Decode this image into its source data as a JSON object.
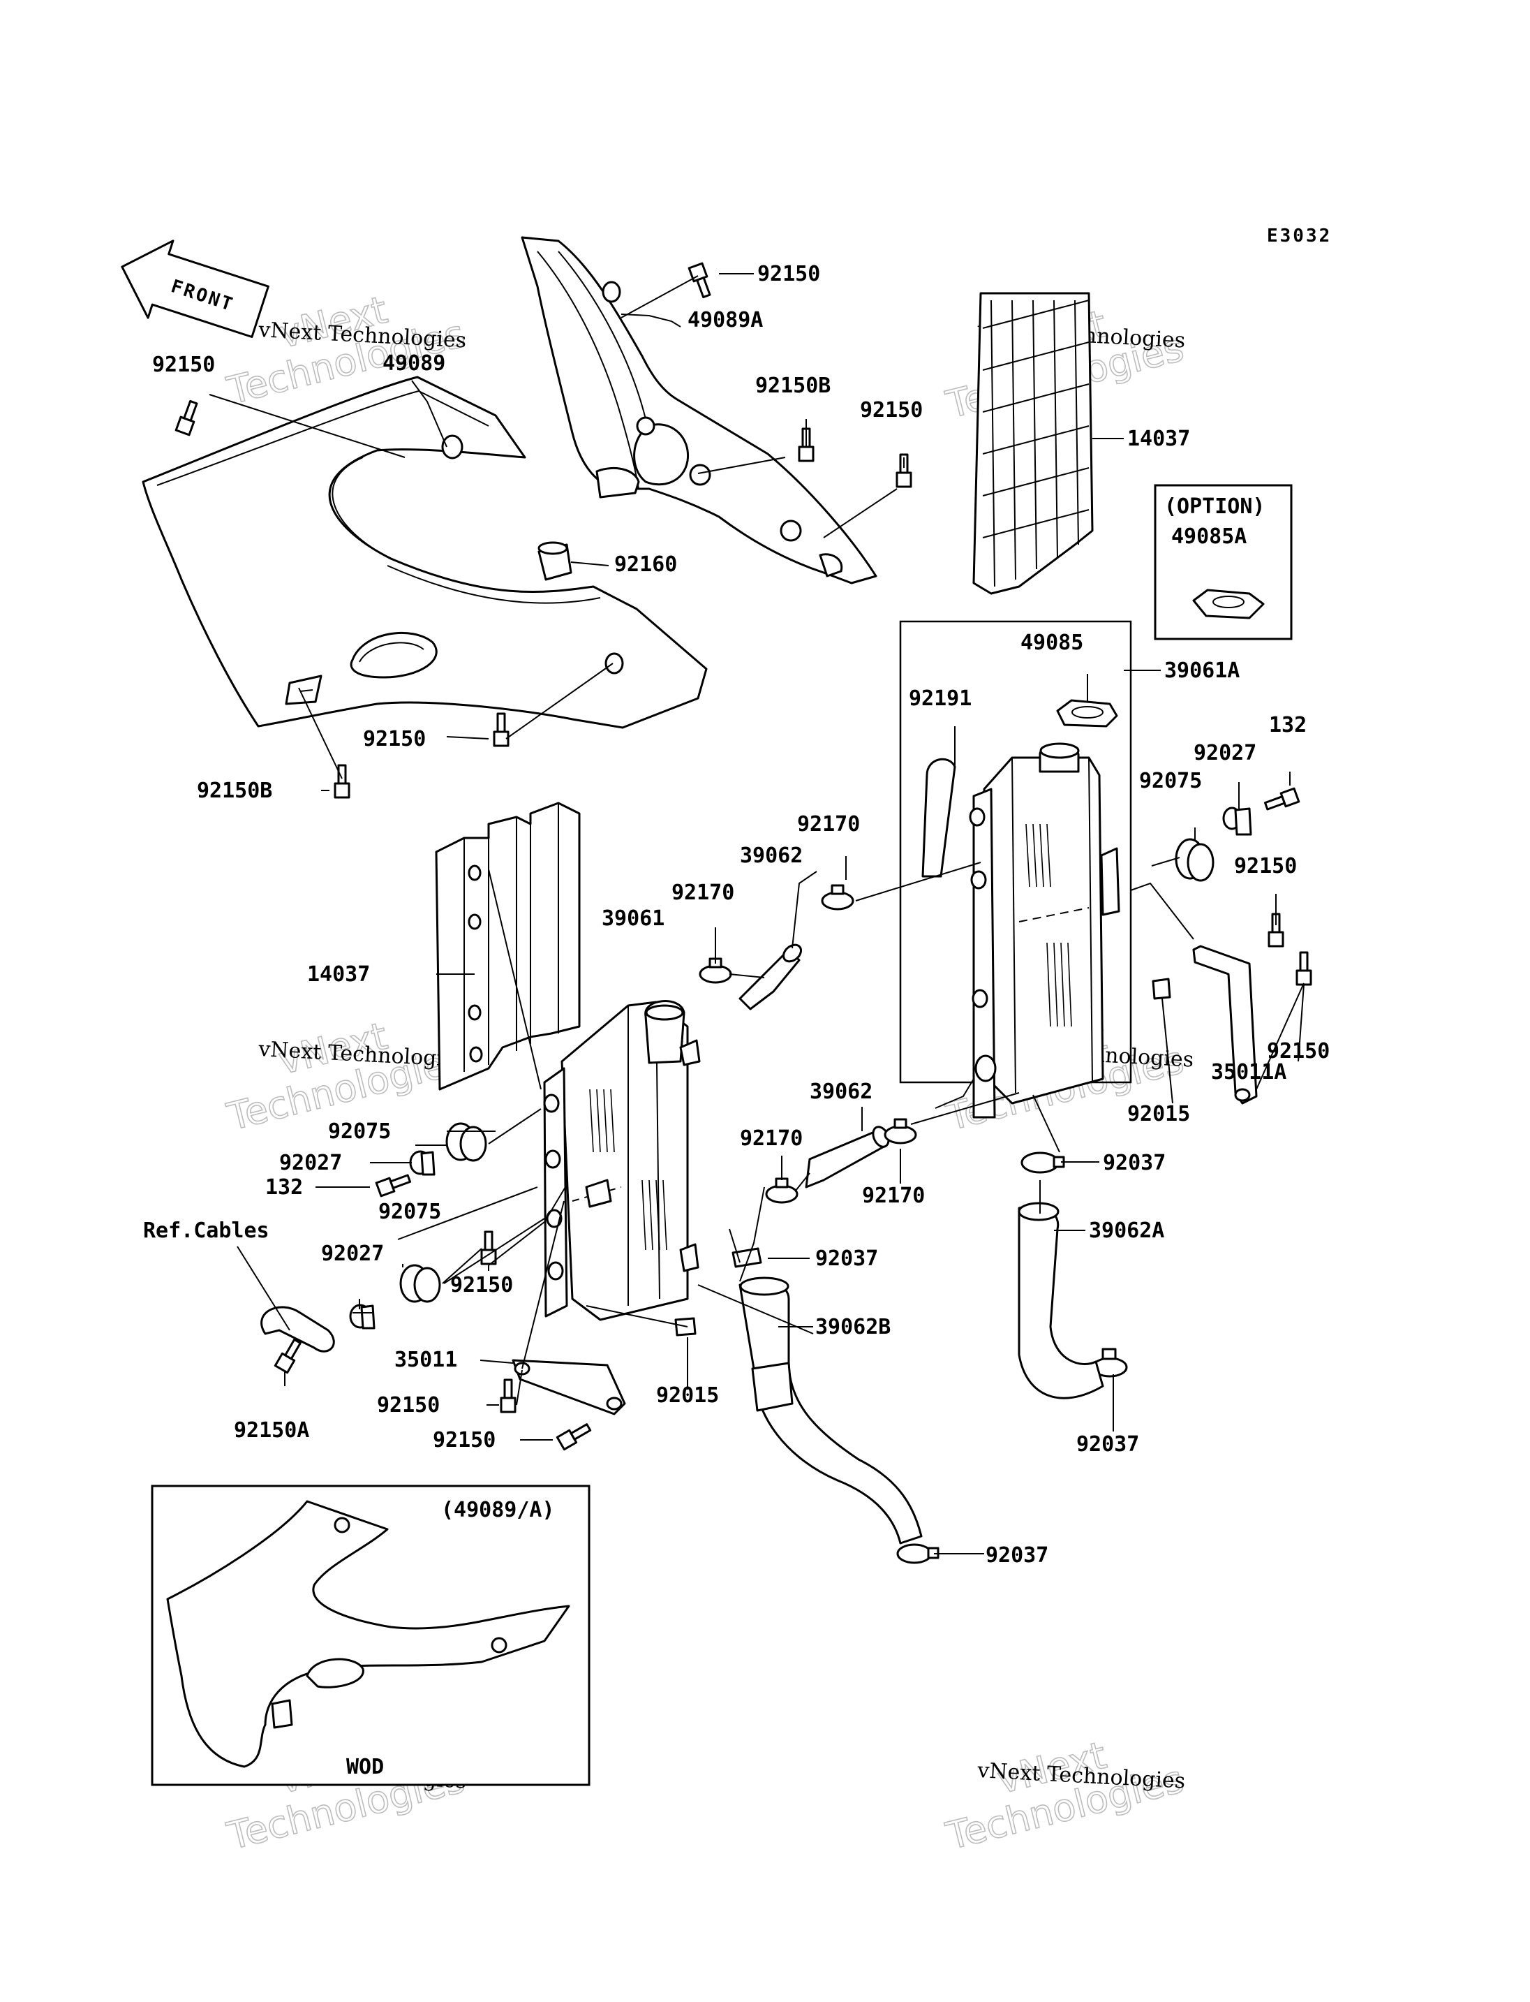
{
  "diagram": {
    "code": "E3032",
    "front_label": "FRONT",
    "watermark_text": "vNext Technologies",
    "watermark_big_line1": "vNext",
    "watermark_big_line2": "Technologies",
    "option_box": {
      "title": "(OPTION)",
      "part": "49085A"
    },
    "inset_box": {
      "title": "(49089/A)",
      "caption": "WOD"
    },
    "ref_cables": "Ref.Cables",
    "labels": {
      "l49089": "49089",
      "l92150_a": "92150",
      "l92150_b": "92150",
      "l49089A": "49089A",
      "l92150B_a": "92150B",
      "l92150_c": "92150",
      "l14037_a": "14037",
      "l92160": "92160",
      "l92150_d": "92150",
      "l92150B_b": "92150B",
      "l49085": "49085",
      "l39061A": "39061A",
      "l92191": "92191",
      "l132_a": "132",
      "l92027_a": "92027",
      "l92075_a": "92075",
      "l92170_a": "92170",
      "l39062_a": "39062",
      "l92150_e": "92150",
      "l92170_b": "92170",
      "l39061": "39061",
      "l14037_b": "14037",
      "l92150_f": "92150",
      "l35011A": "35011A",
      "l92015_a": "92015",
      "l39062_b": "39062",
      "l92170_c": "92170",
      "l92075_b": "92075",
      "l92037_a": "92037",
      "l92027_b": "92027",
      "l132_b": "132",
      "l92170_d": "92170",
      "l92075_c": "92075",
      "l39062A": "39062A",
      "l92037_b": "92037",
      "l92027_c": "92027",
      "l92150_g": "92150",
      "l39062B": "39062B",
      "l35011": "35011",
      "l92015_b": "92015",
      "l92037_c": "92037",
      "l92150_h": "92150",
      "l92150_i": "92150",
      "l92150A": "92150A",
      "l92037_d": "92037"
    }
  }
}
